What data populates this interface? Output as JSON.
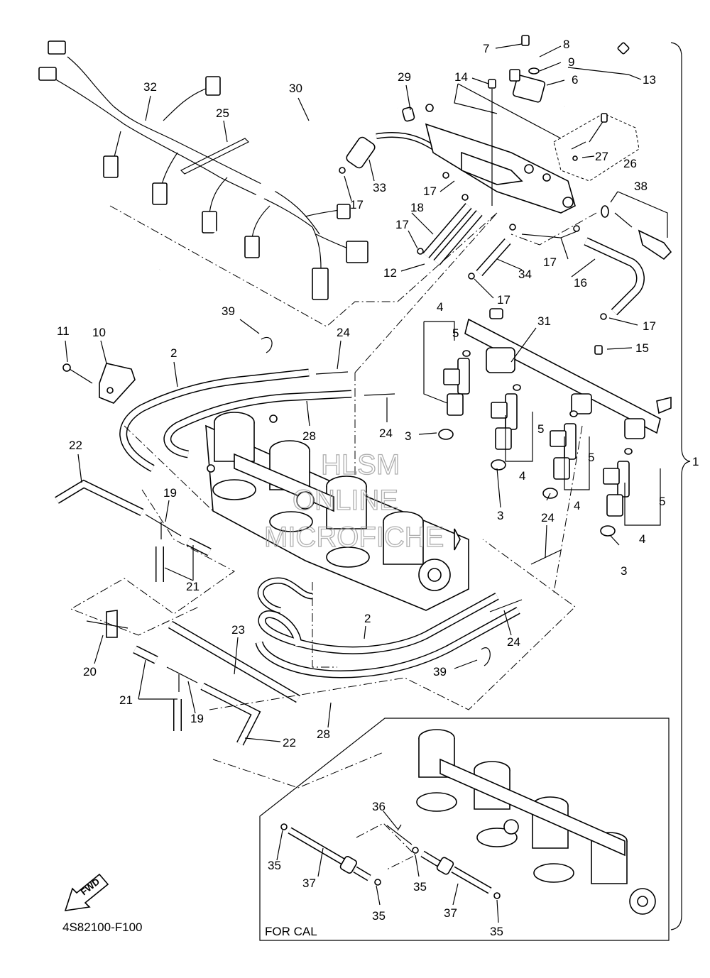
{
  "diagram": {
    "code": "4S82100-F100",
    "inset_label": "FOR CAL",
    "fwd_label": "FWD",
    "watermark": [
      "HLSM",
      "ONLINE",
      "MICROFICHE"
    ],
    "callouts": [
      {
        "id": "c7",
        "text": "7"
      },
      {
        "id": "c8",
        "text": "8"
      },
      {
        "id": "c9",
        "text": "9"
      },
      {
        "id": "c6",
        "text": "6"
      },
      {
        "id": "c13",
        "text": "13"
      },
      {
        "id": "c14",
        "text": "14"
      },
      {
        "id": "c29",
        "text": "29"
      },
      {
        "id": "c32",
        "text": "32"
      },
      {
        "id": "c30",
        "text": "30"
      },
      {
        "id": "c25",
        "text": "25"
      },
      {
        "id": "c27",
        "text": "27"
      },
      {
        "id": "c26",
        "text": "26"
      },
      {
        "id": "c17a",
        "text": "17"
      },
      {
        "id": "c33",
        "text": "33"
      },
      {
        "id": "c17b",
        "text": "17"
      },
      {
        "id": "c38",
        "text": "38"
      },
      {
        "id": "c18",
        "text": "18"
      },
      {
        "id": "c17c",
        "text": "17"
      },
      {
        "id": "c17d",
        "text": "17"
      },
      {
        "id": "c12",
        "text": "12"
      },
      {
        "id": "c34",
        "text": "34"
      },
      {
        "id": "c16",
        "text": "16"
      },
      {
        "id": "c17e",
        "text": "17"
      },
      {
        "id": "c39a",
        "text": "39"
      },
      {
        "id": "c4a",
        "text": "4"
      },
      {
        "id": "c31",
        "text": "31"
      },
      {
        "id": "c17f",
        "text": "17"
      },
      {
        "id": "c11",
        "text": "11"
      },
      {
        "id": "c10",
        "text": "10"
      },
      {
        "id": "c24a",
        "text": "24"
      },
      {
        "id": "c5a",
        "text": "5"
      },
      {
        "id": "c15",
        "text": "15"
      },
      {
        "id": "c2a",
        "text": "2"
      },
      {
        "id": "c28a",
        "text": "28"
      },
      {
        "id": "c24b",
        "text": "24"
      },
      {
        "id": "c3a",
        "text": "3"
      },
      {
        "id": "c5b",
        "text": "5"
      },
      {
        "id": "c5c",
        "text": "5"
      },
      {
        "id": "c22a",
        "text": "22"
      },
      {
        "id": "c1",
        "text": "1"
      },
      {
        "id": "c4b",
        "text": "4"
      },
      {
        "id": "c4c",
        "text": "4"
      },
      {
        "id": "c19a",
        "text": "19"
      },
      {
        "id": "c5d",
        "text": "5"
      },
      {
        "id": "c3b",
        "text": "3"
      },
      {
        "id": "c24c",
        "text": "24"
      },
      {
        "id": "c4d",
        "text": "4"
      },
      {
        "id": "c21a",
        "text": "21"
      },
      {
        "id": "c3c",
        "text": "3"
      },
      {
        "id": "c2b",
        "text": "2"
      },
      {
        "id": "c23",
        "text": "23"
      },
      {
        "id": "c24d",
        "text": "24"
      },
      {
        "id": "c20",
        "text": "20"
      },
      {
        "id": "c39b",
        "text": "39"
      },
      {
        "id": "c21b",
        "text": "21"
      },
      {
        "id": "c19b",
        "text": "19"
      },
      {
        "id": "c28b",
        "text": "28"
      },
      {
        "id": "c22b",
        "text": "22"
      },
      {
        "id": "c36",
        "text": "36"
      },
      {
        "id": "c35a",
        "text": "35"
      },
      {
        "id": "c37a",
        "text": "37"
      },
      {
        "id": "c35b",
        "text": "35"
      },
      {
        "id": "c35c",
        "text": "35"
      },
      {
        "id": "c37b",
        "text": "37"
      },
      {
        "id": "c35d",
        "text": "35"
      }
    ]
  }
}
